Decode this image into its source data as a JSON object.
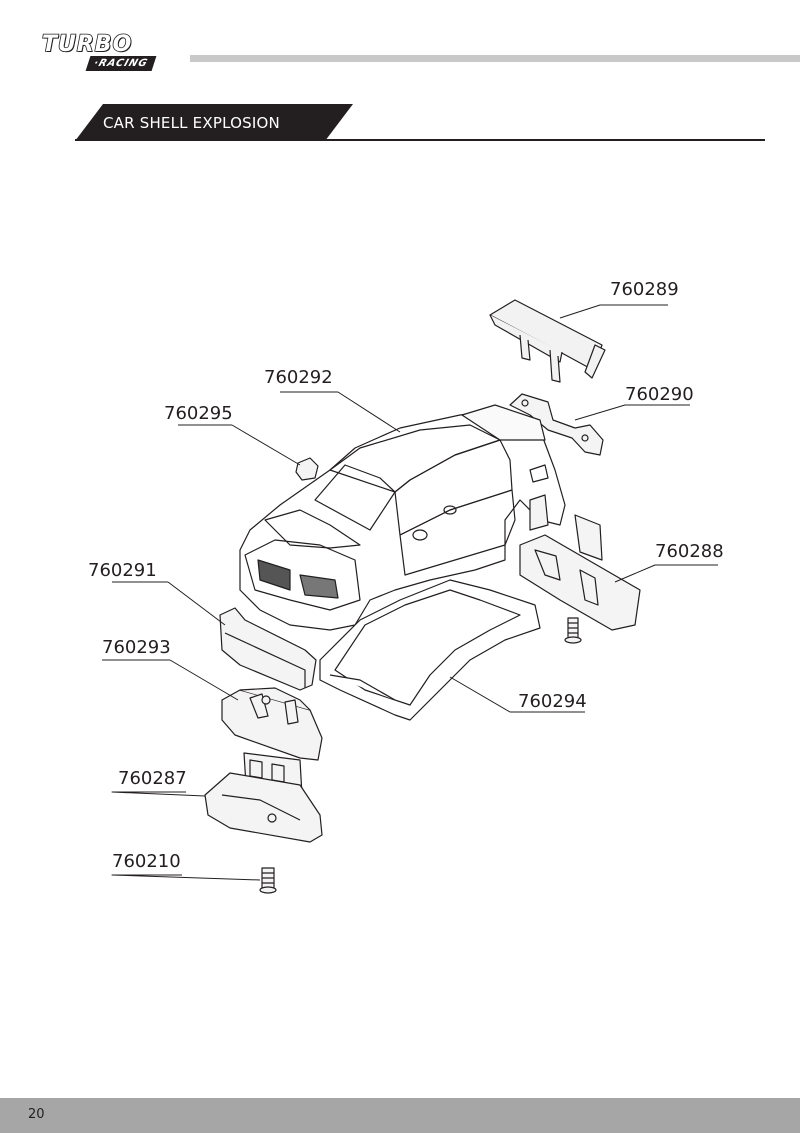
{
  "header": {
    "logo_line1": "TURBO",
    "logo_line2": "·RACING",
    "section_title": "CAR SHELL EXPLOSION"
  },
  "parts": [
    {
      "number": "760289",
      "depicts": "rear wing spoiler"
    },
    {
      "number": "760292",
      "depicts": "car body shell"
    },
    {
      "number": "760290",
      "depicts": "wing mount"
    },
    {
      "number": "760295",
      "depicts": "small clip"
    },
    {
      "number": "760288",
      "depicts": "rear bumper mount"
    },
    {
      "number": "760291",
      "depicts": "front bumper"
    },
    {
      "number": "760293",
      "depicts": "front bumper mount"
    },
    {
      "number": "760294",
      "depicts": "interior tray"
    },
    {
      "number": "760287",
      "depicts": "front skid plate"
    },
    {
      "number": "760210",
      "depicts": "screw"
    }
  ],
  "footer": {
    "page_number": "20"
  }
}
